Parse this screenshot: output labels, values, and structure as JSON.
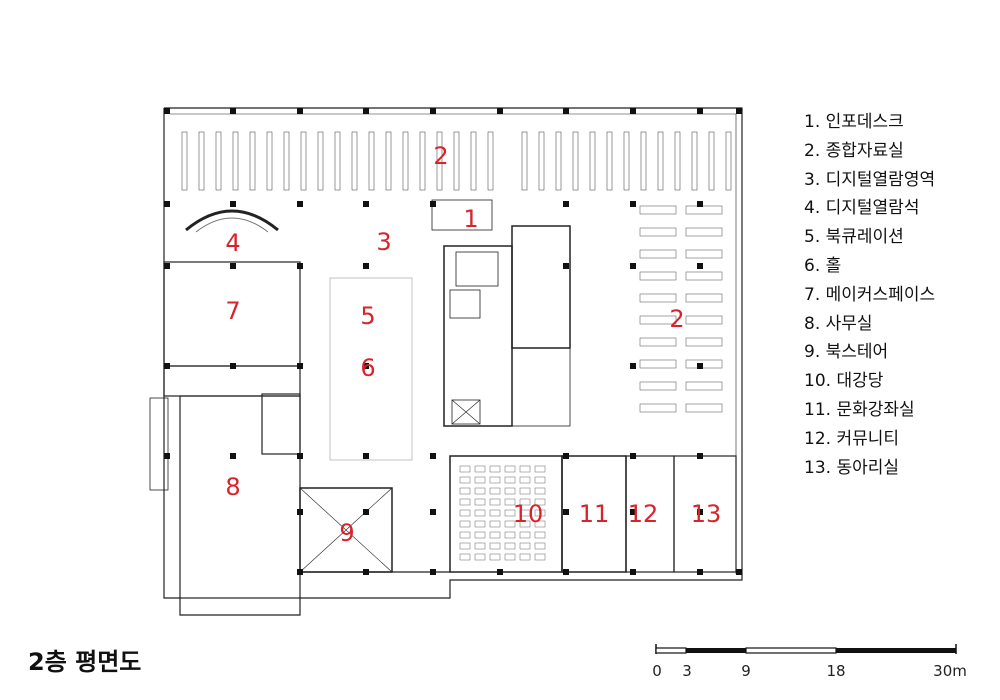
{
  "plan": {
    "title": "2층 평면도",
    "accent_color": "#d8232a",
    "rooms": [
      {
        "num": "1"
      },
      {
        "num": "2"
      },
      {
        "num": "3"
      },
      {
        "num": "4"
      },
      {
        "num": "5"
      },
      {
        "num": "6"
      },
      {
        "num": "7"
      },
      {
        "num": "8"
      },
      {
        "num": "9"
      },
      {
        "num": "10"
      },
      {
        "num": "11"
      },
      {
        "num": "12"
      },
      {
        "num": "13"
      },
      {
        "num": "2"
      }
    ]
  },
  "legend": [
    "1. 인포데스크",
    "2. 종합자료실",
    "3. 디지털열람영역",
    "4. 디지털열람석",
    "5. 북큐레이션",
    "6. 홀",
    "7. 메이커스페이스",
    "8. 사무실",
    "9. 북스테어",
    "10. 대강당",
    "11. 문화강좌실",
    "12. 커뮤니티",
    "13. 동아리실"
  ],
  "scale_bar": {
    "ticks": [
      "0",
      "3",
      "9",
      "18",
      "30m"
    ]
  }
}
